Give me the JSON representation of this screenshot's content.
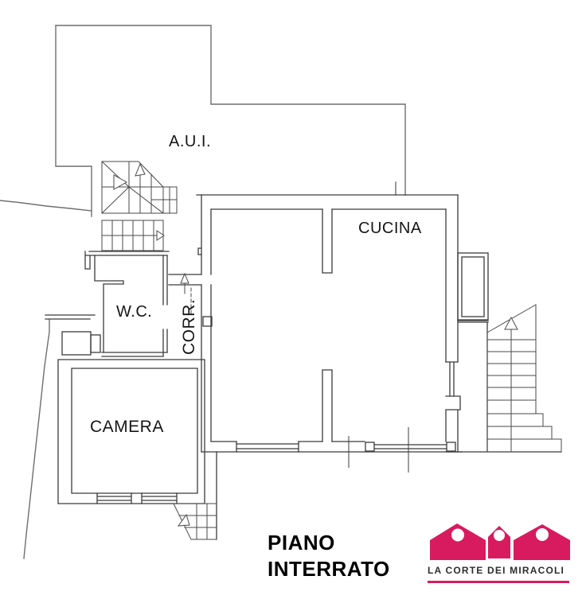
{
  "plan": {
    "rooms": {
      "aui": "A.U.I.",
      "cucina": "CUCINA",
      "wc": "W.C.",
      "corr": "CORR.",
      "camera": "CAMERA"
    },
    "title": {
      "line1": "PIANO",
      "line2": "INTERRATO"
    }
  },
  "logo": {
    "name": "LA CORTE DEI MIRACOLI",
    "brand_color": "#D81B5E",
    "icon": "three-houses-icon"
  },
  "colors": {
    "wall_line": "#3b3b3b",
    "boundary_line": "#6f6f6f",
    "label_text": "#161616"
  }
}
